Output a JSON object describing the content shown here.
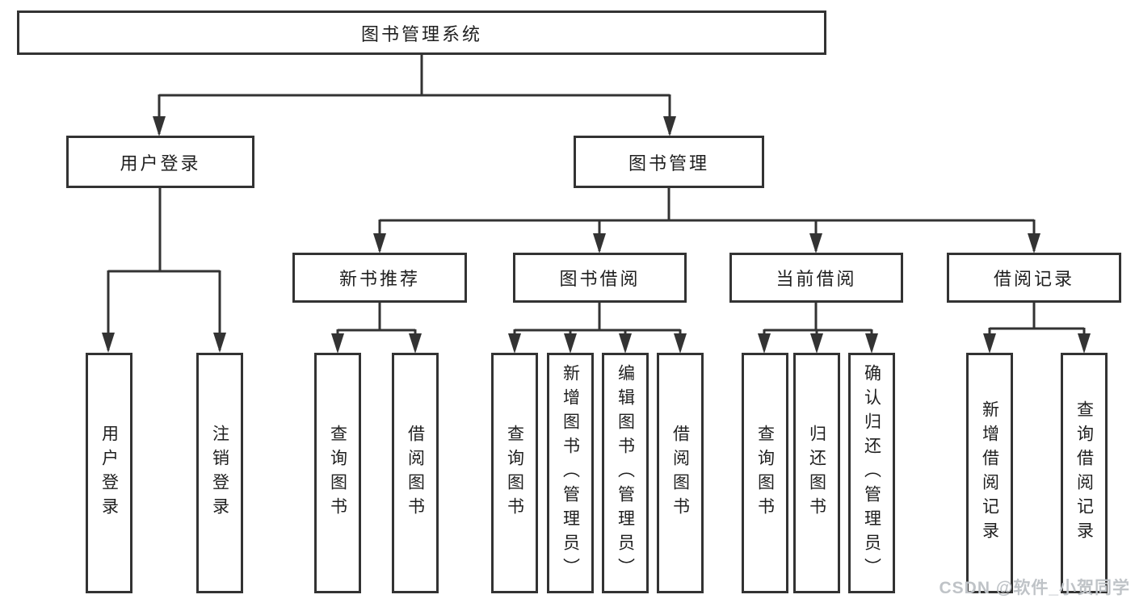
{
  "diagram": {
    "title": "图书管理系统",
    "level2": [
      {
        "label": "用户登录"
      },
      {
        "label": "图书管理"
      }
    ],
    "level3": [
      {
        "label": "新书推荐"
      },
      {
        "label": "图书借阅"
      },
      {
        "label": "当前借阅"
      },
      {
        "label": "借阅记录"
      }
    ],
    "leaves": [
      {
        "label": "用户登录"
      },
      {
        "label": "注销登录"
      },
      {
        "label": "查询图书"
      },
      {
        "label": "借阅图书"
      },
      {
        "label": "查询图书"
      },
      {
        "label": "新增图书（管理员）"
      },
      {
        "label": "编辑图书（管理员）"
      },
      {
        "label": "借阅图书"
      },
      {
        "label": "查询图书"
      },
      {
        "label": "归还图书"
      },
      {
        "label": "确认归还（管理员）"
      },
      {
        "label": "新增借阅记录"
      },
      {
        "label": "查询借阅记录"
      }
    ]
  },
  "colors": {
    "line": "#333333",
    "box_border": "#333333",
    "box_fill": "#ffffff",
    "text": "#1f1f1f",
    "watermark": "#bfc3c7"
  },
  "watermark": "CSDN @软件_小贺同学"
}
